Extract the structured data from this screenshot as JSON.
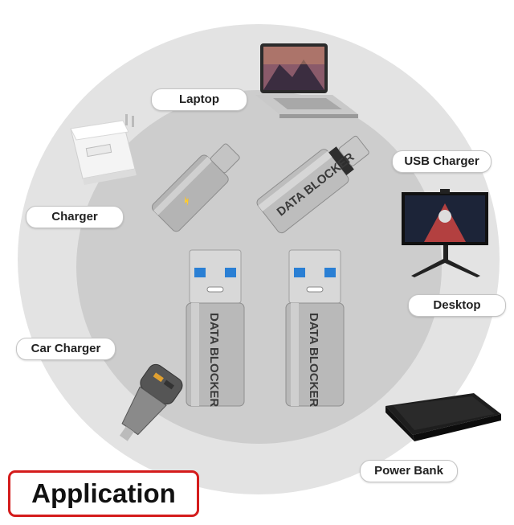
{
  "labels": {
    "laptop": "Laptop",
    "usb_charger": "USB Charger",
    "charger": "Charger",
    "desktop": "Desktop",
    "car_charger": "Car Charger",
    "power_bank": "Power Bank"
  },
  "dongles": {
    "print_text": "DATA BLOCKER"
  },
  "title": "Application",
  "colors": {
    "accent": "#d41c1c",
    "outer_ring": "#e3e3e3",
    "inner_ring": "#cdcdcd",
    "usb_blue": "#2a7fd4"
  }
}
